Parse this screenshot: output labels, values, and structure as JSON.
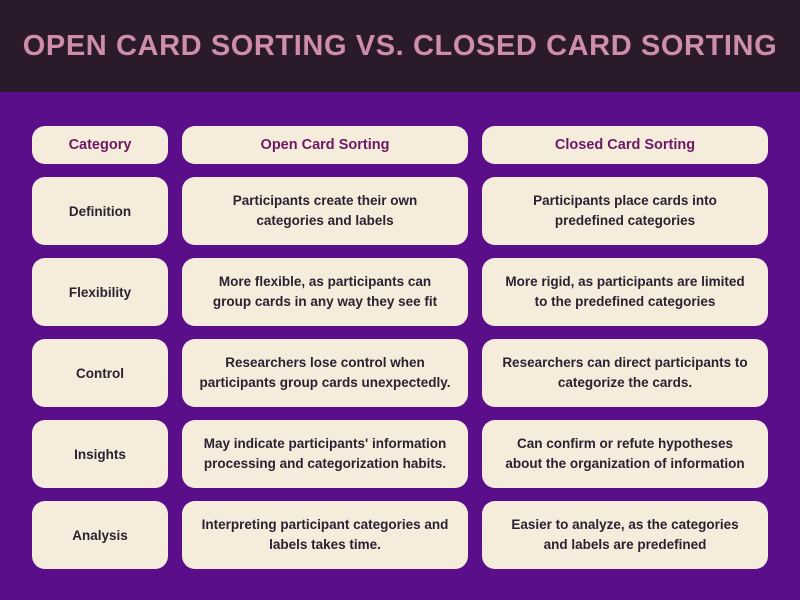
{
  "header": {
    "title": "OPEN CARD SORTING VS. CLOSED CARD SORTING"
  },
  "table": {
    "columns": [
      "Category",
      "Open Card Sorting",
      "Closed Card Sorting"
    ],
    "rows": [
      {
        "category": "Definition",
        "open": "Participants create their own categories and labels",
        "closed": "Participants place cards into predefined categories"
      },
      {
        "category": "Flexibility",
        "open": "More flexible, as participants can group cards in any way they see fit",
        "closed": "More rigid, as participants are limited to the predefined categories"
      },
      {
        "category": "Control",
        "open": "Researchers lose control when participants group cards unexpectedly.",
        "closed": "Researchers can direct participants to categorize the cards."
      },
      {
        "category": "Insights",
        "open": "May indicate participants' information processing and categorization habits.",
        "closed": "Can confirm or refute hypotheses about the organization of information"
      },
      {
        "category": "Analysis",
        "open": "Interpreting participant categories and labels takes time.",
        "closed": "Easier to analyze, as the categories and labels are predefined"
      }
    ]
  },
  "colors": {
    "header_bg": "#2b1a2c",
    "title_text": "#cd8dab",
    "body_bg": "#5b0e8a",
    "card_bg": "#f6ecdc",
    "column_header_text": "#6d1863",
    "cell_text": "#2c2130"
  }
}
